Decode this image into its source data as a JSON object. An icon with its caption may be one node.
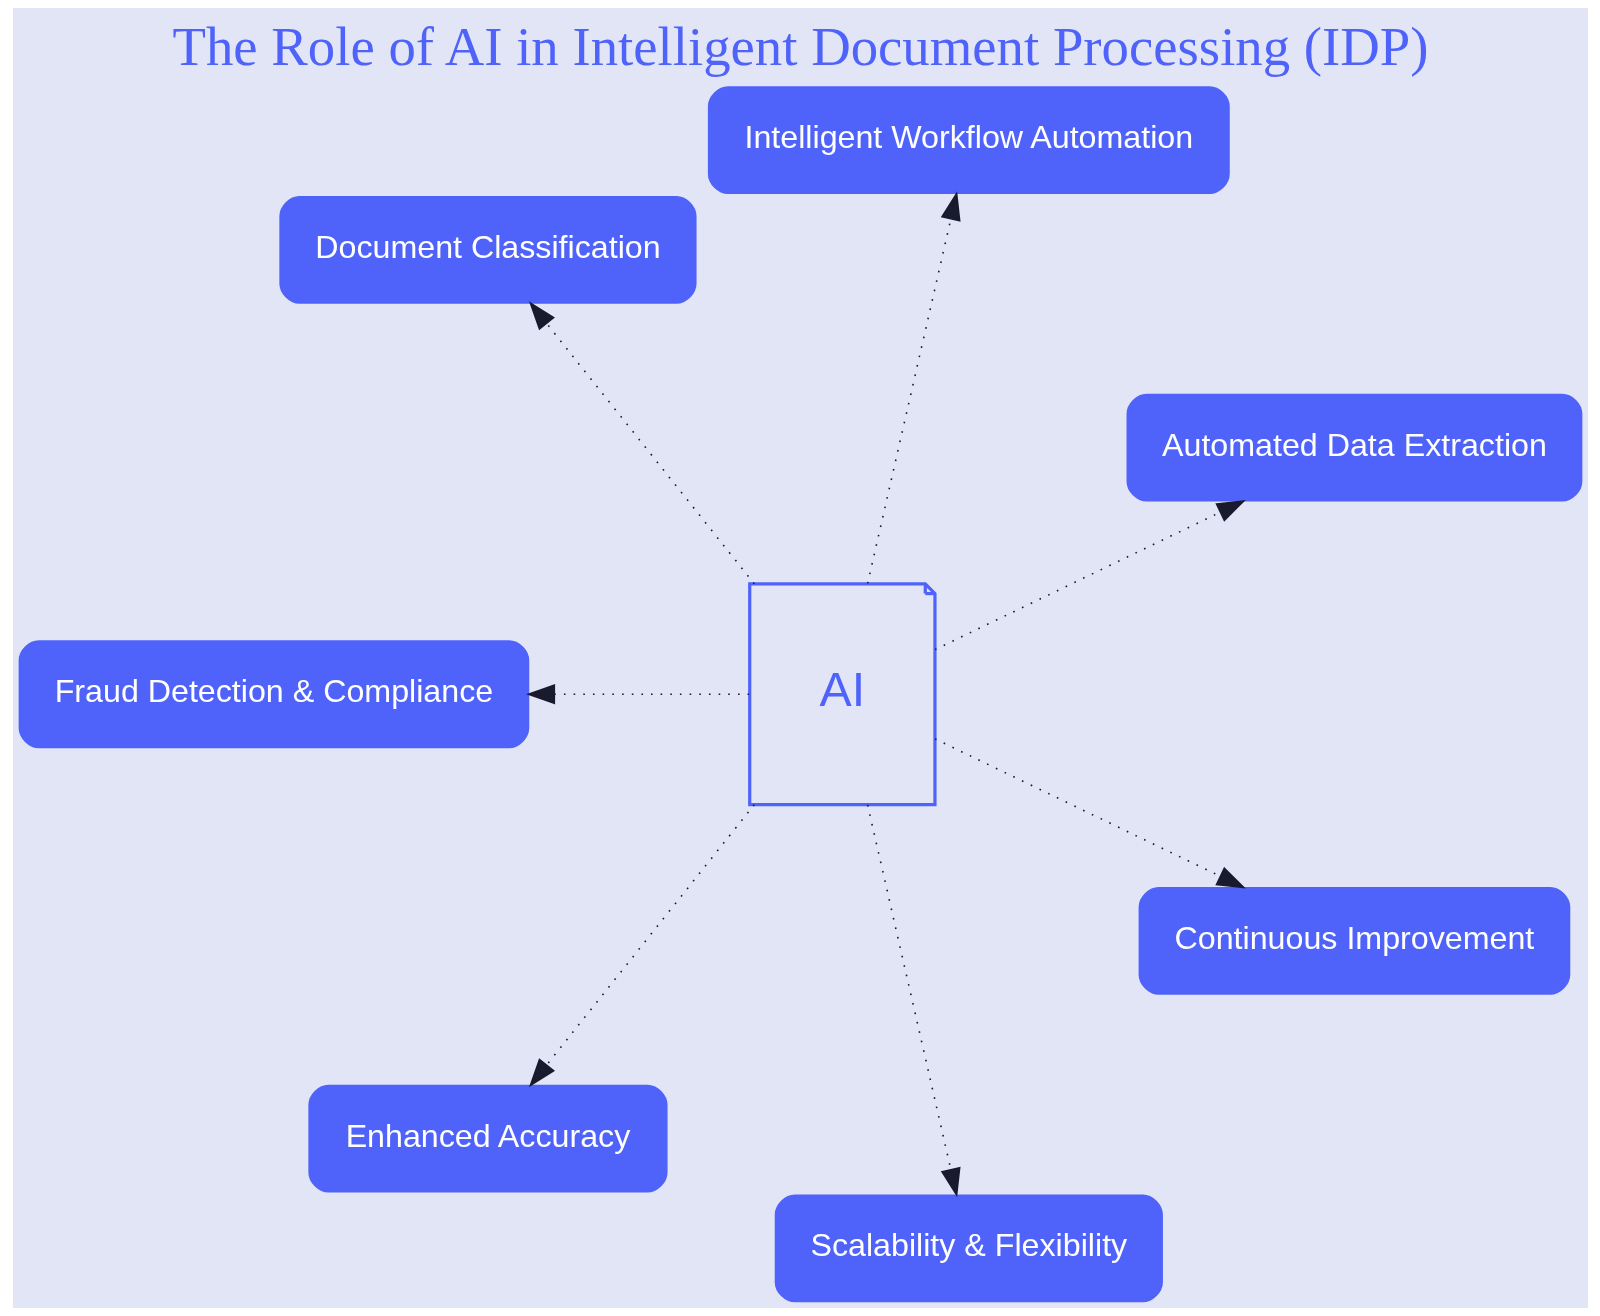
{
  "diagram": {
    "title": "The Role of AI in Intelligent Document Processing (IDP)",
    "nodes": [
      {
        "text": [
          "Automated Data Extraction"
        ]
      },
      {
        "text": [
          "Intelligent Workflow Automation"
        ]
      },
      {
        "text": [
          "AI"
        ]
      },
      {
        "text": [
          "Document Classification"
        ]
      },
      {
        "text": [
          "Fraud Detection & Compliance"
        ]
      },
      {
        "text": [
          "Enhanced Accuracy"
        ]
      },
      {
        "text": [
          "Scalability & Flexibility"
        ]
      },
      {
        "text": [
          "Continuous Improvement"
        ]
      }
    ],
    "edges": [
      {
        "from": 2,
        "to": 0,
        "arrow": "to",
        "style": "dashed"
      },
      {
        "from": 2,
        "to": 1,
        "arrow": "to",
        "style": "dashed"
      },
      {
        "from": 2,
        "to": 3,
        "arrow": "to",
        "style": "dashed"
      },
      {
        "from": 2,
        "to": 4,
        "arrow": "to",
        "style": "dashed"
      },
      {
        "from": 2,
        "to": 5,
        "arrow": "to",
        "style": "dashed"
      },
      {
        "from": 2,
        "to": 6,
        "arrow": "to",
        "style": "dashed"
      },
      {
        "from": 2,
        "to": 7,
        "arrow": "to",
        "style": "dashed"
      }
    ]
  }
}
